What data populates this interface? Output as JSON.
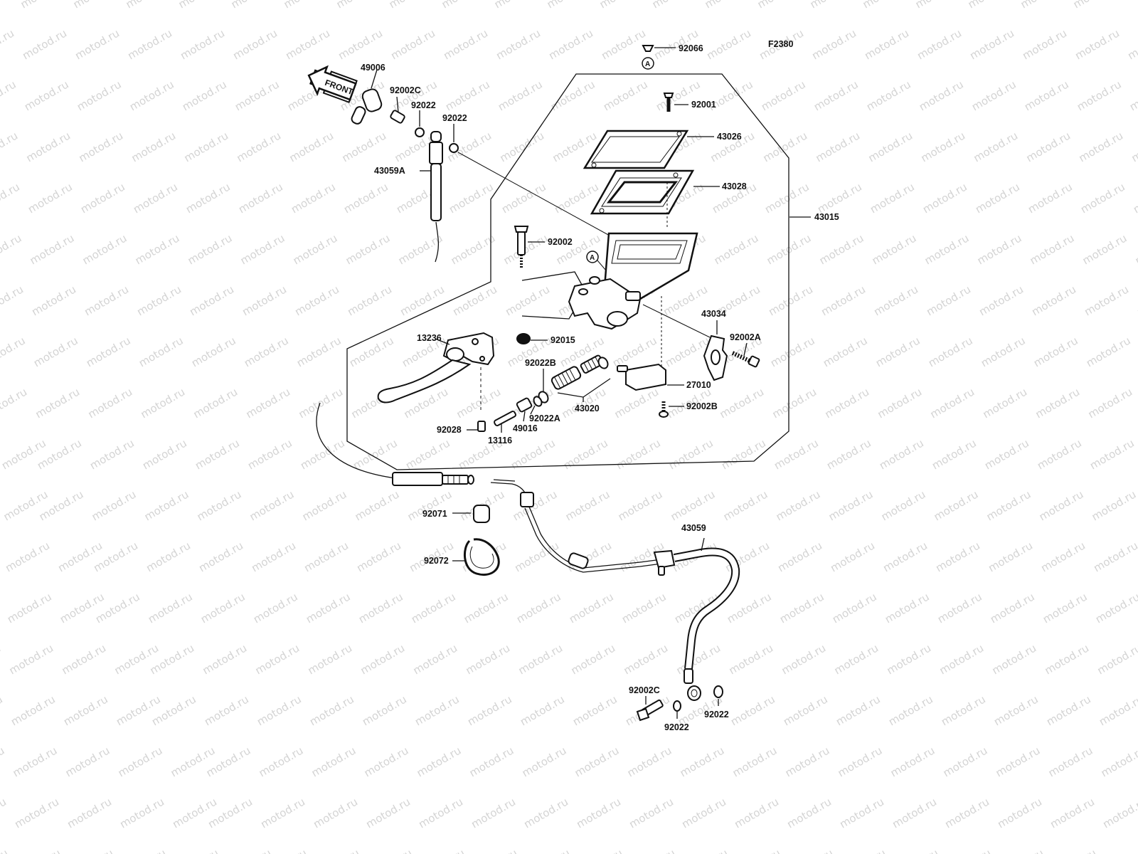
{
  "diagram": {
    "code": "F2380",
    "front_label": "FRONT",
    "reference_marker": "A",
    "watermark": "motod.ru",
    "labels": {
      "p92066": "92066",
      "p49006": "49006",
      "p92002C_top": "92002C",
      "p92022_a": "92022",
      "p92022_b": "92022",
      "p43059A": "43059A",
      "p92001": "92001",
      "p43026": "43026",
      "p43028": "43028",
      "p43015": "43015",
      "p92002": "92002",
      "p43034": "43034",
      "p92002A": "92002A",
      "p13236": "13236",
      "p92015": "92015",
      "p92022B": "92022B",
      "p27010": "27010",
      "p43020": "43020",
      "p92002B": "92002B",
      "p92022A": "92022A",
      "p49016": "49016",
      "p92028": "92028",
      "p13116": "13116",
      "p92071": "92071",
      "p92072": "92072",
      "p43059": "43059",
      "p92002C_bottom": "92002C",
      "p92022_c": "92022",
      "p92022_d": "92022"
    }
  }
}
